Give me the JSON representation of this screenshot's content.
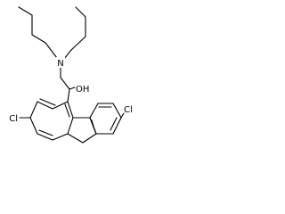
{
  "structure": {
    "atoms": {
      "nitrogen": "N",
      "hydroxyl": "OH",
      "chlorine_left": "Cl",
      "chlorine_right": "Cl"
    },
    "colors": {
      "bond": "#000000",
      "label": "#000000",
      "background": "#ffffff"
    }
  }
}
